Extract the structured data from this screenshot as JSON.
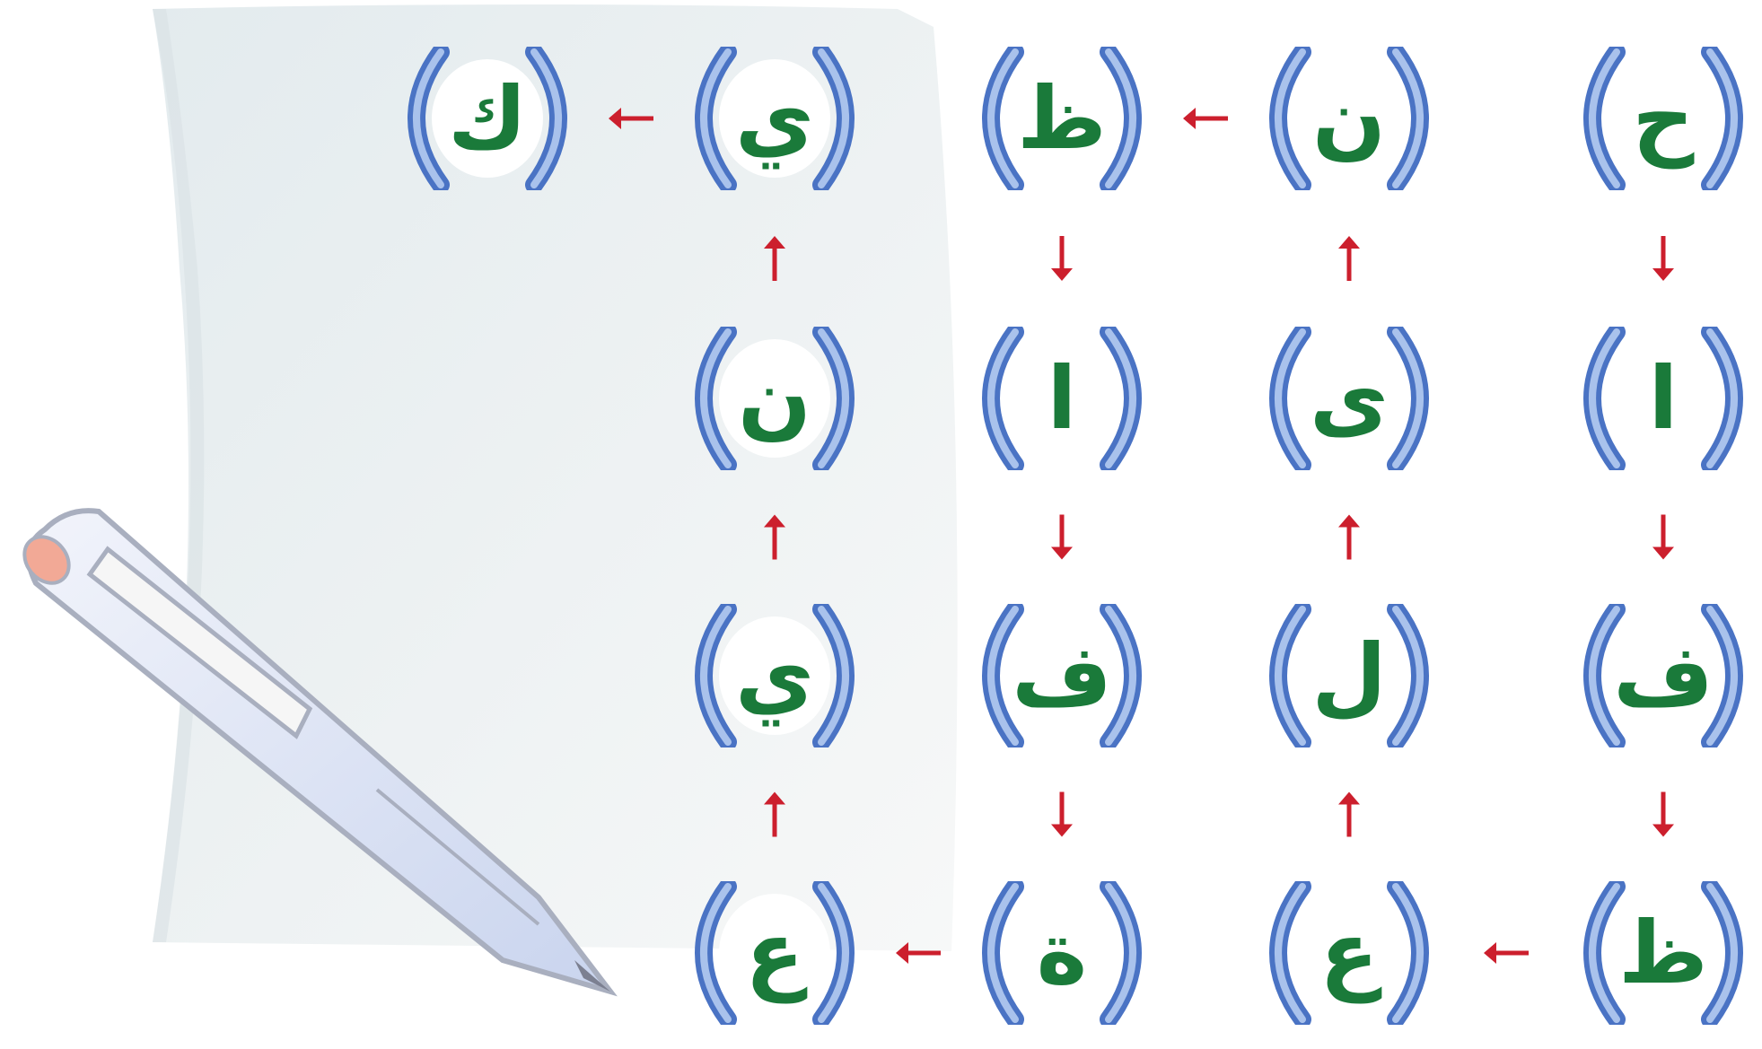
{
  "colors": {
    "letter": "#1a7a3a",
    "bracket_outer": "#4a73c4",
    "bracket_inner": "#a9c2ec",
    "arrow": "#cc1f2d",
    "paper": "#e7eef0"
  },
  "icons": {
    "decoration": "pen-icon"
  },
  "grid": {
    "columns": 5,
    "rows": 4,
    "cells": [
      {
        "col": 0,
        "row": 0,
        "letter": "ك"
      },
      {
        "col": 1,
        "row": 0,
        "letter": "ي"
      },
      {
        "col": 2,
        "row": 0,
        "letter": "ظ"
      },
      {
        "col": 3,
        "row": 0,
        "letter": "ن"
      },
      {
        "col": 4,
        "row": 0,
        "letter": "ح"
      },
      {
        "col": 1,
        "row": 1,
        "letter": "ن"
      },
      {
        "col": 2,
        "row": 1,
        "letter": "ا"
      },
      {
        "col": 3,
        "row": 1,
        "letter": "ى"
      },
      {
        "col": 4,
        "row": 1,
        "letter": "ا"
      },
      {
        "col": 1,
        "row": 2,
        "letter": "ي"
      },
      {
        "col": 2,
        "row": 2,
        "letter": "ف"
      },
      {
        "col": 3,
        "row": 2,
        "letter": "ل"
      },
      {
        "col": 4,
        "row": 2,
        "letter": "ف"
      },
      {
        "col": 1,
        "row": 3,
        "letter": "ع"
      },
      {
        "col": 2,
        "row": 3,
        "letter": "ة"
      },
      {
        "col": 3,
        "row": 3,
        "letter": "ع"
      },
      {
        "col": 4,
        "row": 3,
        "letter": "ظ"
      }
    ],
    "path_arrows": [
      {
        "from": [
          4,
          0
        ],
        "to": [
          4,
          1
        ],
        "dir": "down"
      },
      {
        "from": [
          4,
          1
        ],
        "to": [
          4,
          2
        ],
        "dir": "down"
      },
      {
        "from": [
          4,
          2
        ],
        "to": [
          4,
          3
        ],
        "dir": "down"
      },
      {
        "from": [
          4,
          3
        ],
        "to": [
          3,
          3
        ],
        "dir": "left"
      },
      {
        "from": [
          3,
          3
        ],
        "to": [
          3,
          2
        ],
        "dir": "up"
      },
      {
        "from": [
          3,
          2
        ],
        "to": [
          3,
          1
        ],
        "dir": "up"
      },
      {
        "from": [
          3,
          1
        ],
        "to": [
          3,
          0
        ],
        "dir": "up"
      },
      {
        "from": [
          3,
          0
        ],
        "to": [
          2,
          0
        ],
        "dir": "left"
      },
      {
        "from": [
          2,
          0
        ],
        "to": [
          2,
          1
        ],
        "dir": "down"
      },
      {
        "from": [
          2,
          1
        ],
        "to": [
          2,
          2
        ],
        "dir": "down"
      },
      {
        "from": [
          2,
          2
        ],
        "to": [
          2,
          3
        ],
        "dir": "down"
      },
      {
        "from": [
          2,
          3
        ],
        "to": [
          1,
          3
        ],
        "dir": "left"
      },
      {
        "from": [
          1,
          3
        ],
        "to": [
          1,
          2
        ],
        "dir": "up"
      },
      {
        "from": [
          1,
          2
        ],
        "to": [
          1,
          1
        ],
        "dir": "up"
      },
      {
        "from": [
          1,
          1
        ],
        "to": [
          1,
          0
        ],
        "dir": "up"
      },
      {
        "from": [
          1,
          0
        ],
        "to": [
          0,
          0
        ],
        "dir": "left"
      }
    ]
  }
}
